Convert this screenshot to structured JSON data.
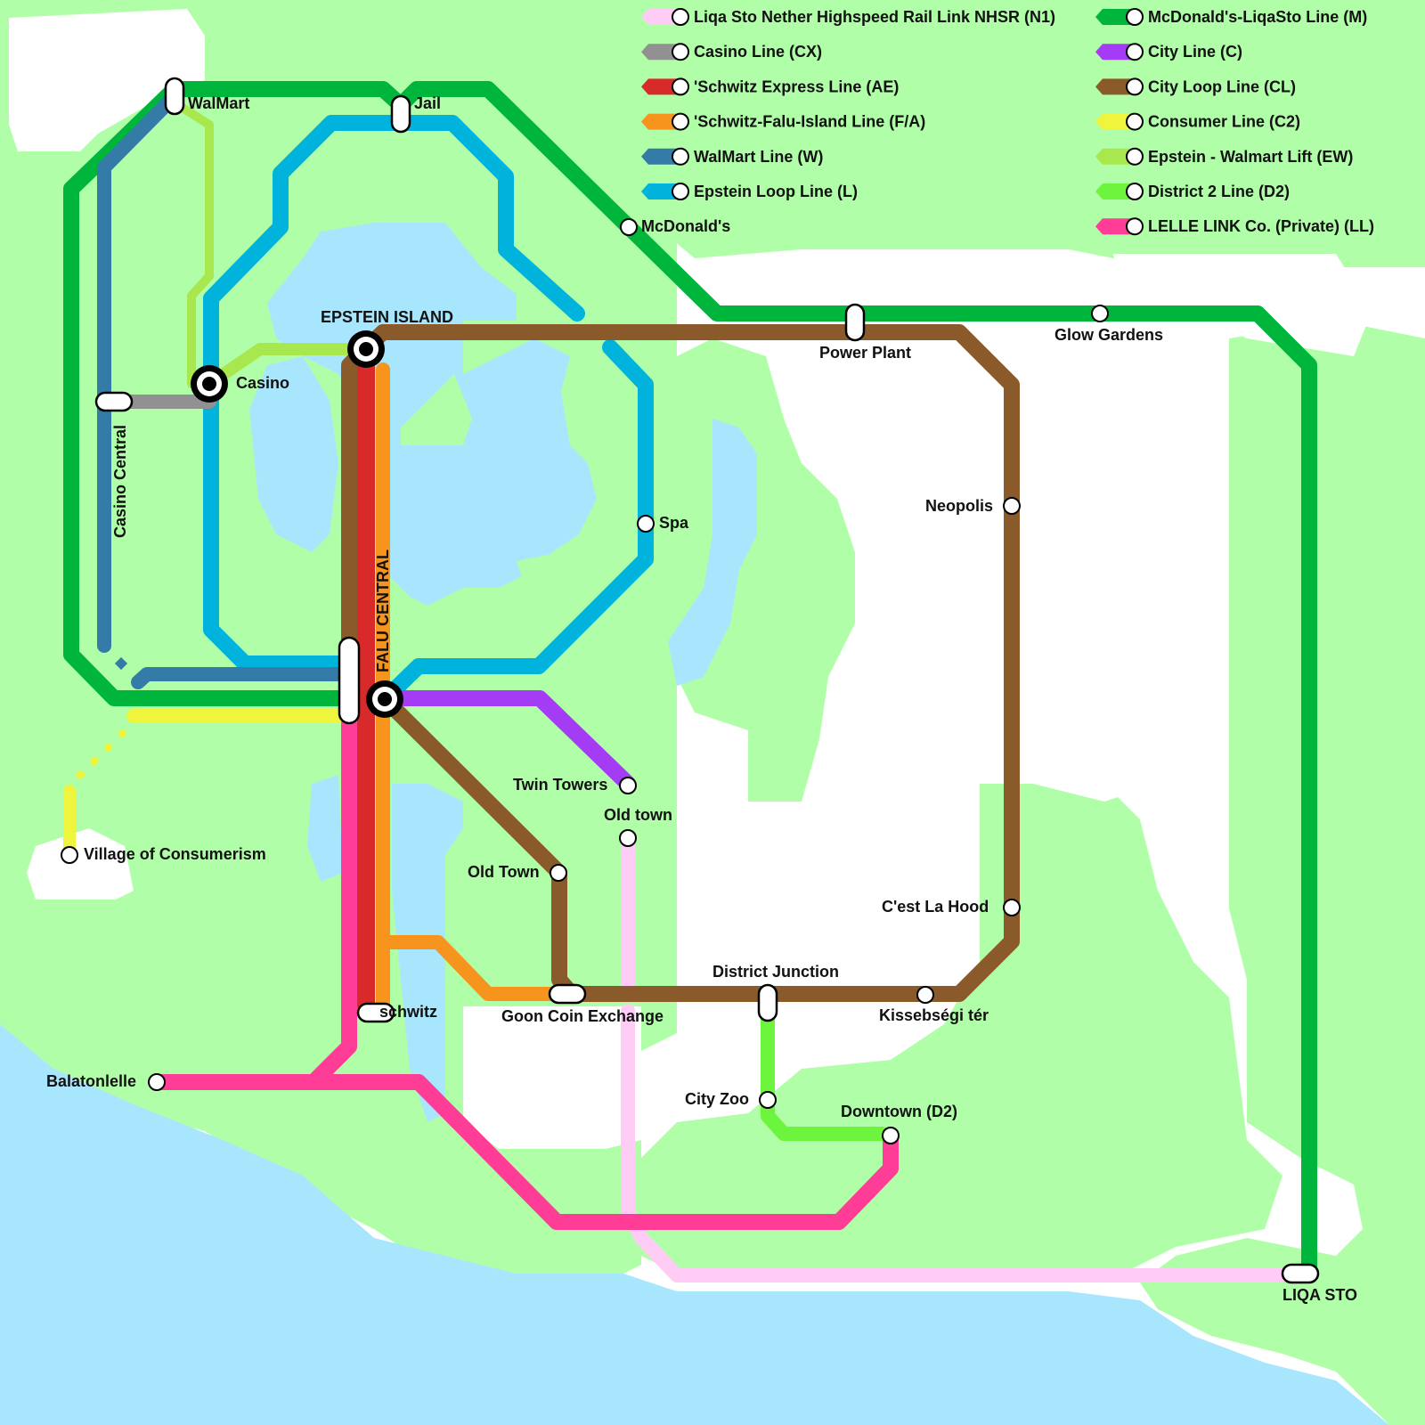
{
  "colors": {
    "land": "#b0ffa8",
    "water": "#a8e6fd",
    "background": "#ffffff",
    "interchange": "#000000"
  },
  "legend": [
    {
      "key": "N1",
      "label": "Liqa Sto Nether Highspeed Rail Link NHSR (N1)",
      "color": "#ffccf5"
    },
    {
      "key": "CX",
      "label": "Casino Line (CX)",
      "color": "#919191"
    },
    {
      "key": "AE",
      "label": "'Schwitz Express Line (AE)",
      "color": "#d82a2a"
    },
    {
      "key": "FA",
      "label": "'Schwitz-Falu-Island Line (F/A)",
      "color": "#f7941d"
    },
    {
      "key": "W",
      "label": "WalMart Line (W)",
      "color": "#357ba8"
    },
    {
      "key": "L",
      "label": "Epstein Loop Line (L)",
      "color": "#00b3dd"
    },
    {
      "key": "M",
      "label": "McDonald's-LiqaSto Line (M)",
      "color": "#00b53c"
    },
    {
      "key": "C",
      "label": "City Line (C)",
      "color": "#a53cf5"
    },
    {
      "key": "CL",
      "label": "City Loop Line (CL)",
      "color": "#8b5a2b"
    },
    {
      "key": "C2",
      "label": "Consumer Line (C2)",
      "color": "#eef53c"
    },
    {
      "key": "EW",
      "label": "Epstein - Walmart Lift (EW)",
      "color": "#a8e84e"
    },
    {
      "key": "D2",
      "label": "District 2 Line (D2)",
      "color": "#6cf53c"
    },
    {
      "key": "LL",
      "label": "LELLE LINK Co. (Private) (LL)",
      "color": "#ff3c96"
    }
  ],
  "stations": {
    "walmart": "WalMart",
    "jail": "Jail",
    "mcdonalds": "McDonald's",
    "epstein_island": "EPSTEIN ISLAND",
    "casino": "Casino",
    "casino_central": "Casino Central",
    "falu_central": "FALU CENTRAL",
    "power_plant": "Power Plant",
    "glow_gardens": "Glow Gardens",
    "neopolis": "Neopolis",
    "spa": "Spa",
    "twin_towers": "Twin Towers",
    "old_town_pink": "Old town",
    "old_town_brown": "Old Town",
    "village": "Village of Consumerism",
    "cest_la_hood": "C'est La Hood",
    "district_junction": "District Junction",
    "goon_coin": "Goon Coin Exchange",
    "schwitz": "schwitz",
    "kissebsegi": "Kissebségi tér",
    "balatonlelle": "Balatonlelle",
    "city_zoo": "City Zoo",
    "downtown": "Downtown (D2)",
    "liqa_sto": "LIQA STO"
  }
}
